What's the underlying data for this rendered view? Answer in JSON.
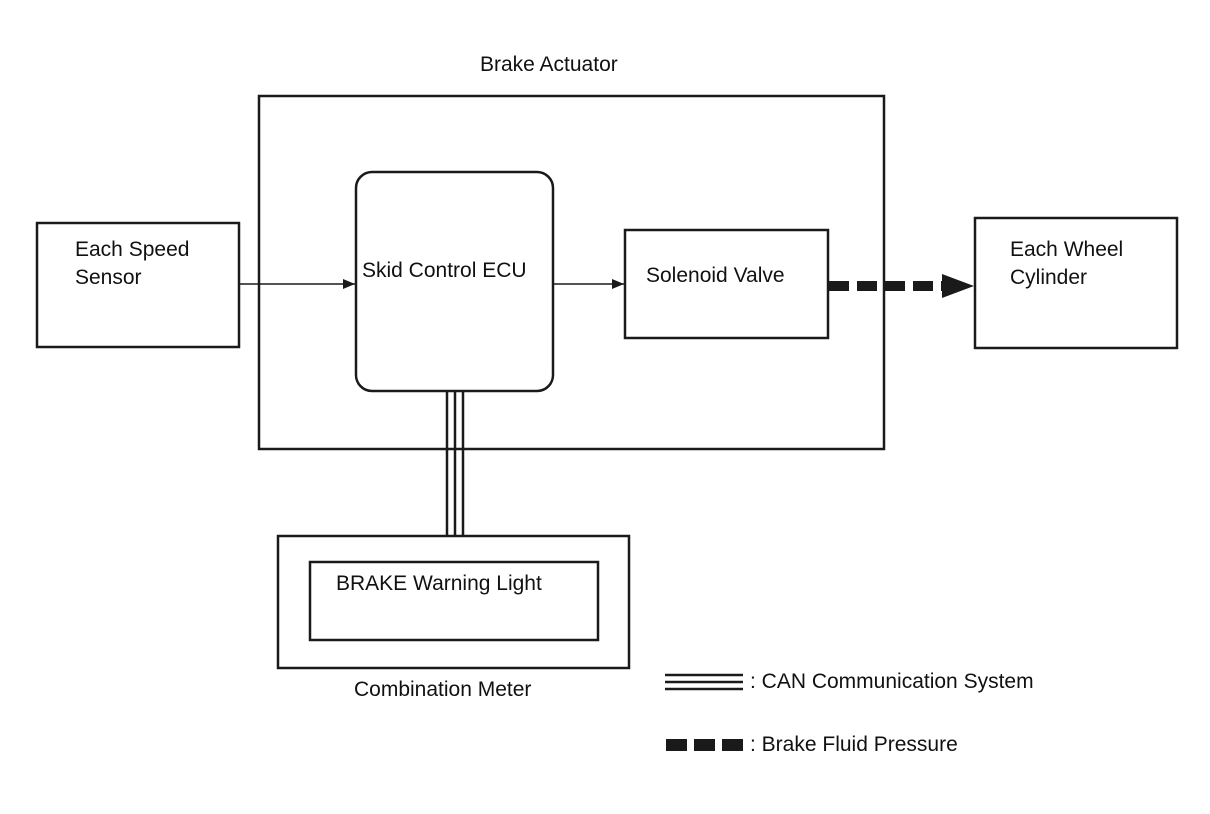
{
  "diagram": {
    "brake_actuator_label": "Brake Actuator",
    "speed_sensor": {
      "line1": "Each Speed",
      "line2": "Sensor"
    },
    "skid_control_ecu": "Skid Control ECU",
    "solenoid_valve": "Solenoid Valve",
    "wheel_cylinder": {
      "line1": "Each Wheel",
      "line2": "Cylinder"
    },
    "brake_warning_light": "BRAKE Warning Light",
    "combination_meter": "Combination Meter"
  },
  "legend": {
    "can_label": ": CAN Communication System",
    "pressure_label": ": Brake Fluid Pressure"
  },
  "colors": {
    "line": "#1a1a1a",
    "background": "#ffffff"
  }
}
